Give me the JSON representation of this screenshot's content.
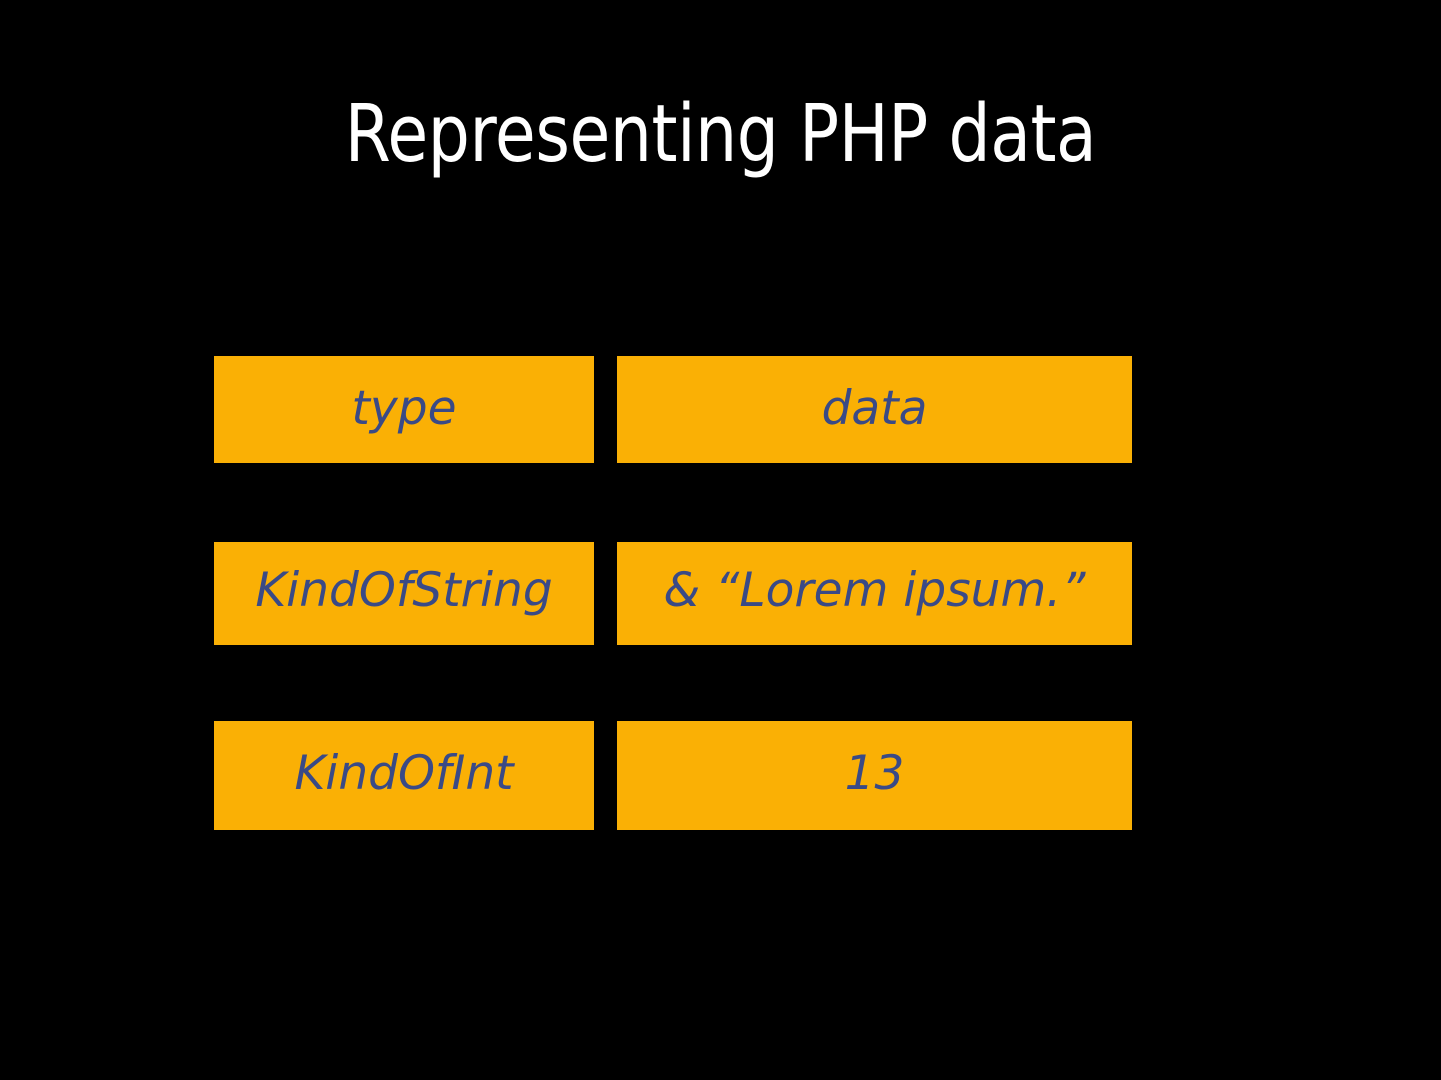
{
  "slide": {
    "background_color": "#000000",
    "title": "Representing PHP data",
    "title_color": "#ffffff"
  },
  "theme": {
    "cell_background": "#FAB005",
    "cell_text_color": "#3A4A86"
  },
  "table": {
    "columns": [
      {
        "key": "type",
        "header": "type"
      },
      {
        "key": "data",
        "header": "data"
      }
    ],
    "header": {
      "type": "type",
      "data": "data"
    },
    "rows": [
      {
        "type": "KindOfString",
        "data": "& “Lorem ipsum.”"
      },
      {
        "type": "KindOfInt",
        "data": "13"
      }
    ]
  }
}
